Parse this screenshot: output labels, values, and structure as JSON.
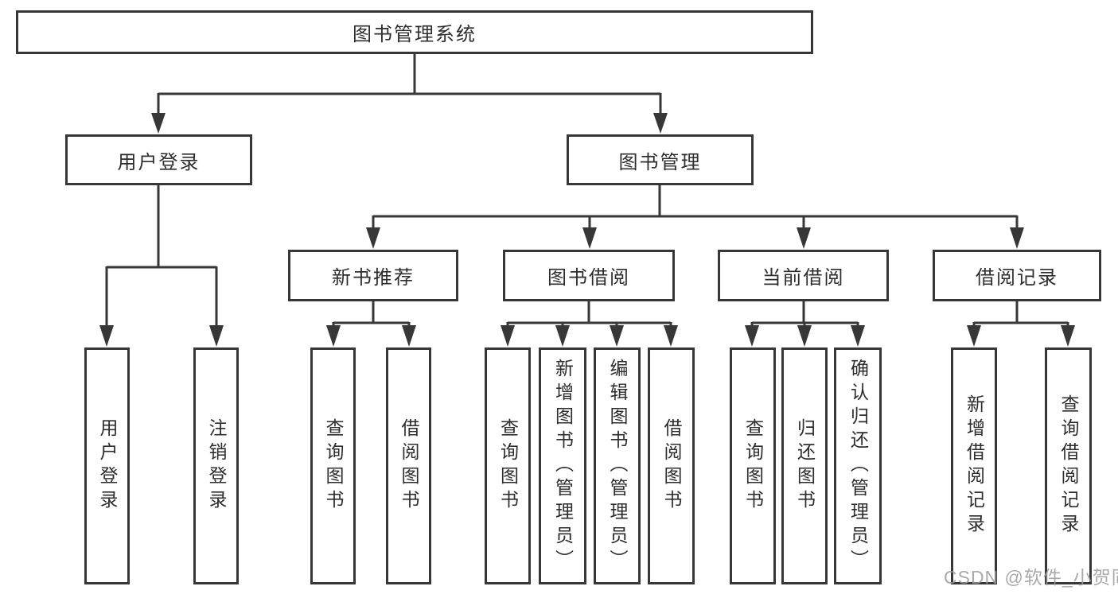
{
  "diagram": {
    "root": {
      "label": "图书管理系统"
    },
    "branches": [
      {
        "label": "用户登录",
        "children": [
          {
            "label": "用户登录"
          },
          {
            "label": "注销登录"
          }
        ]
      },
      {
        "label": "图书管理",
        "sections": [
          {
            "label": "新书推荐",
            "children": [
              {
                "label": "查询图书"
              },
              {
                "label": "借阅图书"
              }
            ]
          },
          {
            "label": "图书借阅",
            "children": [
              {
                "label": "查询图书"
              },
              {
                "label": "新增图书（管理员）"
              },
              {
                "label": "编辑图书（管理员）"
              },
              {
                "label": "借阅图书"
              }
            ]
          },
          {
            "label": "当前借阅",
            "children": [
              {
                "label": "查询图书"
              },
              {
                "label": "归还图书"
              },
              {
                "label": "确认归还（管理员）"
              }
            ]
          },
          {
            "label": "借阅记录",
            "children": [
              {
                "label": "新增借阅记录"
              },
              {
                "label": "查询借阅记录"
              }
            ]
          }
        ]
      }
    ]
  },
  "watermark": {
    "text": "CSDN @软件_小贺同学"
  },
  "colors": {
    "line": "#373737",
    "text": "#2d2d2d",
    "watermark": "#9b9b9b",
    "background": "#ffffff"
  }
}
